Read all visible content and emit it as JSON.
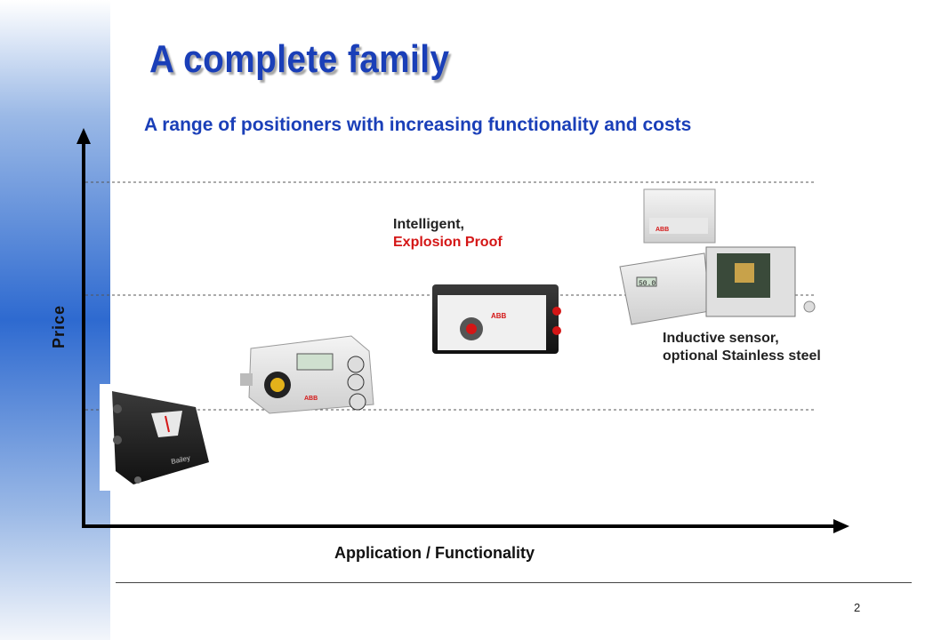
{
  "slide": {
    "title": "A complete family",
    "subtitle": "A range of positioners with increasing functionality and costs",
    "page_number": "2"
  },
  "axes": {
    "y_title": "Price",
    "x_title": "Application / Functionality"
  },
  "products": [
    {
      "name": "pneumatic-positioner",
      "logo_text": "Bailey"
    },
    {
      "name": "digital-positioner",
      "logo_text": "ABB"
    },
    {
      "name": "intelligent-explosion-proof-positioner",
      "label_line1": "Intelligent,",
      "label_line2": "Explosion Proof",
      "logo_text": "ABB"
    },
    {
      "name": "inductive-sensor-positioner",
      "label_line1": "Inductive sensor,",
      "label_line2": "optional Stainless steel",
      "logo_text": "ABB",
      "display": "50.0"
    }
  ],
  "colors": {
    "title": "#1a3fb8",
    "accent_red": "#d41616",
    "sidebar": "#2e6ad0"
  }
}
